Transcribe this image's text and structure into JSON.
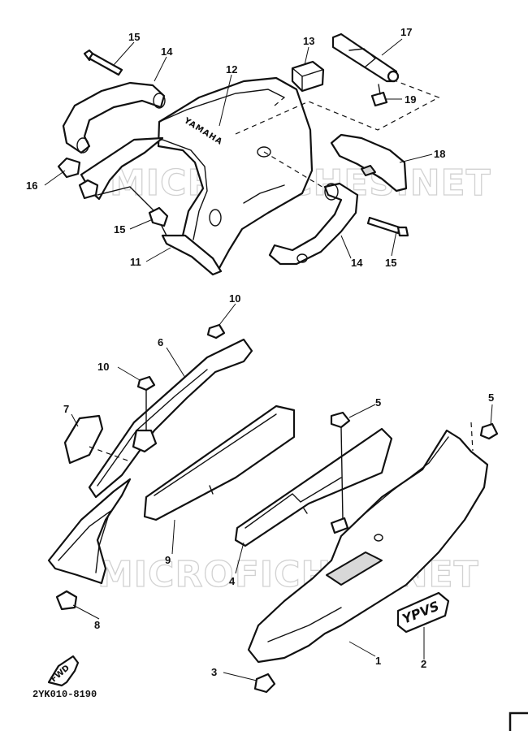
{
  "callouts": {
    "c1": "1",
    "c2": "2",
    "c3": "3",
    "c4": "4",
    "c5a": "5",
    "c5b": "5",
    "c6": "6",
    "c7": "7",
    "c8": "8",
    "c9": "9",
    "c10a": "10",
    "c10b": "10",
    "c11": "11",
    "c12": "12",
    "c13": "13",
    "c14a": "14",
    "c14b": "14",
    "c15a": "15",
    "c15b": "15",
    "c15c": "15",
    "c16": "16",
    "c17": "17",
    "c18": "18",
    "c19": "19"
  },
  "emblem_text": "YAMAHA",
  "decal_text": "YPVS",
  "fwd_text": "FWD",
  "drawing_code": "2YK010-8190",
  "watermark": "MICROFICHES.NET"
}
